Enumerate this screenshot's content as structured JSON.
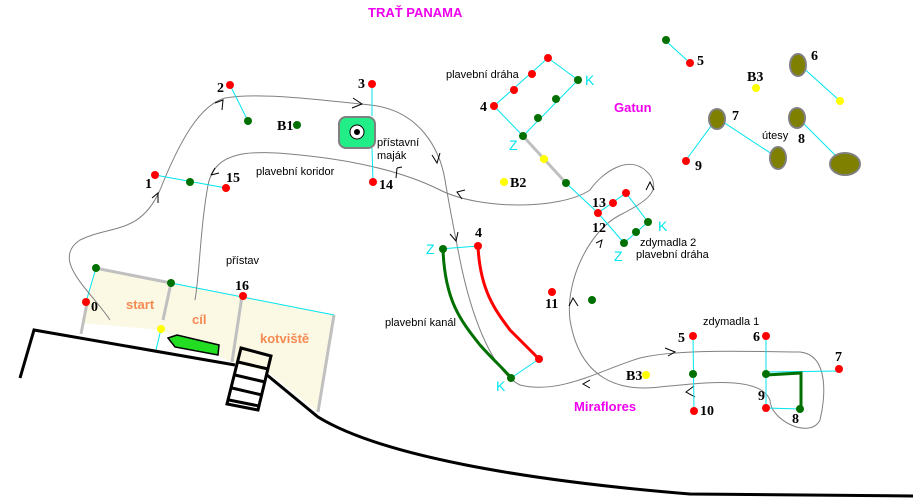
{
  "title": "TRAŤ PANAMA",
  "colors": {
    "title": "#ee00ee",
    "buoy_red": "#ff0000",
    "buoy_green": "#007000",
    "buoy_yellow": "#ffff00",
    "gate_line": "#00e5ee",
    "route": "#808080",
    "harbor_fill": "#fbf8e4",
    "cliff_fill": "#7f7f00",
    "lighthouse": "#22ee88",
    "boat": "#22dd22",
    "zone_label": "#f58a52"
  },
  "labels": {
    "plavebni_draha_top": "plavební dráha",
    "gatun": "Gatun",
    "pristavni": "přístavní",
    "majak": "maják",
    "plavebni_koridor": "plavební koridor",
    "pristav": "přístav",
    "plavebni_kanal": "plavební kanál",
    "zdymadla2": "zdymadla 2",
    "plavebni_draha_2": "plavební dráha",
    "zdymadla1": "zdymadla 1",
    "miraflores": "Miraflores",
    "utesy": "útesy",
    "start": "start",
    "cil": "cíl",
    "kotviste": "kotviště"
  },
  "buoy_numbers": {
    "n0": "0",
    "n1": "1",
    "n2": "2",
    "n3": "3",
    "n4a": "4",
    "n4b": "4",
    "n5a": "5",
    "n5b": "5",
    "n6a": "6",
    "n6b": "6",
    "n7a": "7",
    "n7b": "7",
    "n8a": "8",
    "n8b": "8",
    "n9a": "9",
    "n9b": "9",
    "n10": "10",
    "n11": "11",
    "n12": "12",
    "n13": "13",
    "n14": "14",
    "n15": "15",
    "n16": "16"
  },
  "markers": {
    "b1": "B1",
    "b2": "B2",
    "b3a": "B3",
    "b3b": "B3",
    "z1": "Z",
    "k1": "K",
    "z2": "Z",
    "k2": "K",
    "z3": "Z",
    "k3": "K"
  }
}
